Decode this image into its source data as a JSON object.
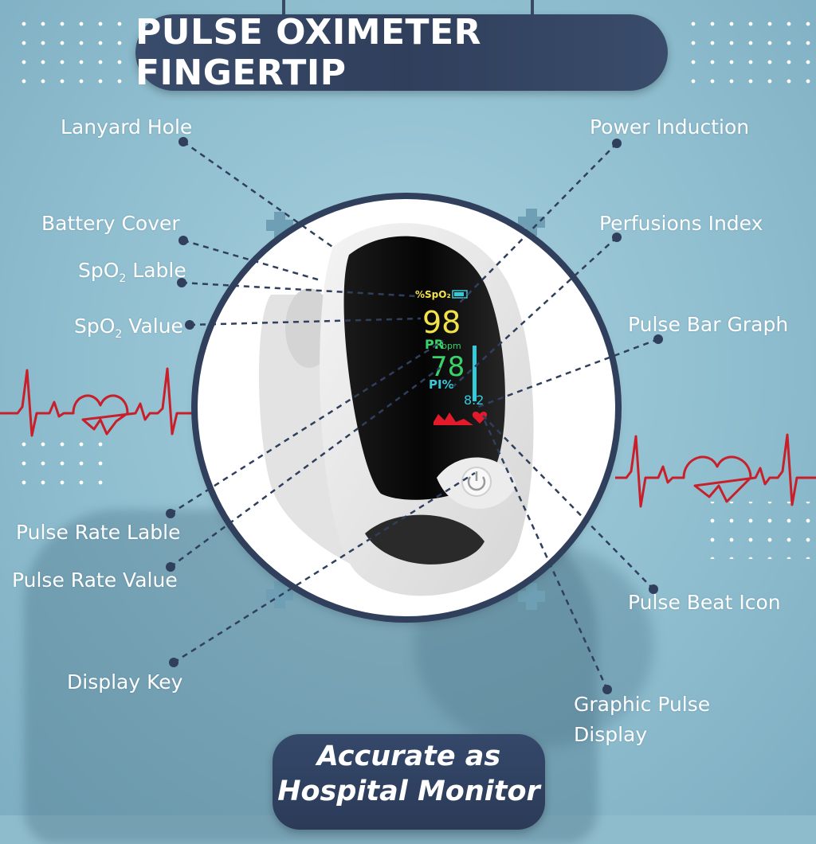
{
  "title": "PULSE OXIMETER FINGERTIP",
  "tagline": {
    "line1": "Accurate as",
    "line2": "Hospital Monitor"
  },
  "labels": {
    "lanyard_hole": "Lanyard Hole",
    "battery_cover": "Battery Cover",
    "spo2_label_prefix": "SpO",
    "spo2_label_sub": "2",
    "spo2_label_suffix": " Lable",
    "spo2_value_prefix": "SpO",
    "spo2_value_sub": "2",
    "spo2_value_suffix": " Value",
    "pulse_rate_label": "Pulse Rate Lable",
    "pulse_rate_value": "Pulse Rate Value",
    "display_key": "Display Key",
    "power_induction": "Power Induction",
    "perfusions_index": "Perfusions Index",
    "pulse_bar_graph": "Pulse Bar Graph",
    "pulse_beat_icon": "Pulse Beat Icon",
    "graphic_pulse_line1": "Graphic Pulse",
    "graphic_pulse_line2": "Display"
  },
  "screen": {
    "spo2_caption": "%SpO₂",
    "spo2_value": "98",
    "pr_caption": "PR",
    "pr_unit": "bpm",
    "pr_value": "78",
    "pi_caption": "PI%",
    "pi_value": "8.2"
  },
  "colors": {
    "background": "#8fbccd",
    "pill": "#2f3f5c",
    "ecg": "#c8202a",
    "screen_yellow": "#f3e34a",
    "screen_green": "#39d36a",
    "screen_cyan": "#36c9d8",
    "screen_red": "#e21a2a"
  },
  "icons": [
    "power-icon",
    "heart-icon",
    "battery-icon",
    "plus-icon"
  ]
}
